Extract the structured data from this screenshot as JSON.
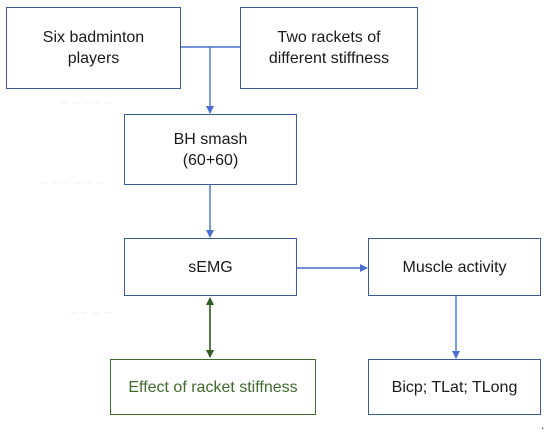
{
  "boxes": {
    "players": {
      "line1": "Six badminton",
      "line2": "players"
    },
    "rackets": {
      "line1": "Two rackets of",
      "line2": "different stiffness"
    },
    "smash": {
      "line1": "BH smash",
      "line2": "(60+60)"
    },
    "semg": {
      "label": "sEMG"
    },
    "muscle": {
      "label": "Muscle activity"
    },
    "effect": {
      "label": "Effect of racket stiffness"
    },
    "muscles_list": {
      "label": "Bicp; TLat; TLong"
    }
  },
  "trailing_mark": ".",
  "colors": {
    "box_border": "#3a5a9b",
    "arrow_blue": "#4a6fd1",
    "effect_green": "#3f6b2e",
    "text": "#1a1a1a"
  }
}
